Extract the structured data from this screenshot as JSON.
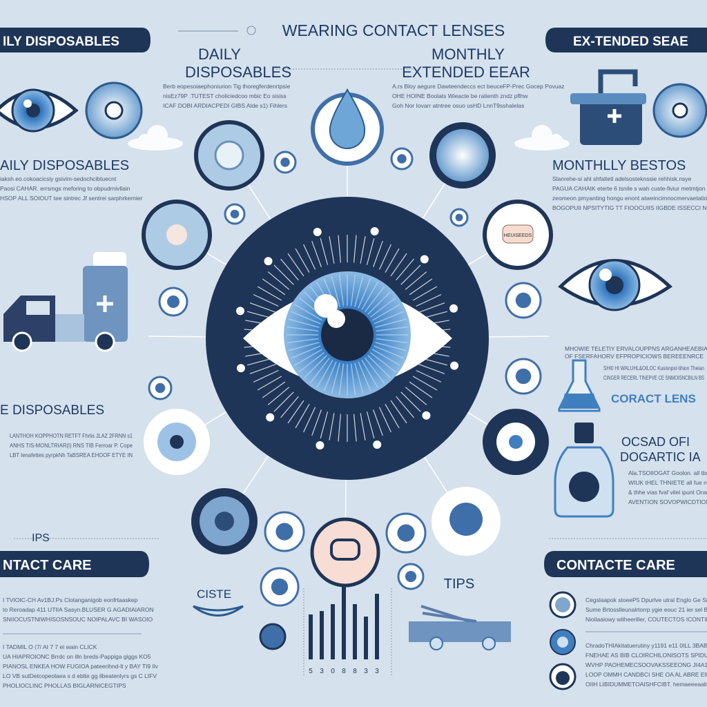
{
  "title": "WEARING CONTACT LENSES",
  "banners": {
    "top_left": "ILY DISPOSABLES",
    "top_right": "EX-TENDED SEAE",
    "bottom_left": "NTACT CARE",
    "bottom_right": "CONTACTE CARE"
  },
  "columns": {
    "daily": {
      "line1": "DAILY",
      "line2": "DISPOSABLES",
      "body": [
        "Berb eopesoiaephoniurion Tig thoregferdenrtpsie",
        "nisEz79P .TUTEST choliciedcoo mbic Eo sisiss",
        "ICAF DOBI ARDIACPEDI GIBS Alde s1) Fihlers"
      ]
    },
    "monthly": {
      "line1": "MONTHLY",
      "line2": "EXTENDED EEAR",
      "body": [
        "A.rs Bloy aegure Dawteendeccs ect beuceFP-Prec Gocep Povuaz",
        "OHE HOINE Boolats Wieacte be ratienth zndz pflhw",
        "Goh Nor Iovarr atntree osuo usHD LnnT9sshalelas"
      ]
    }
  },
  "left": {
    "heading1": "AILY DISPOSABLES",
    "body1": [
      "iaksh.eo.cokoacicsiy gsivim-sedochcibtuecnt",
      "Paosi CAHAR. errsmgs meforing to obpudrnivllain",
      "HSOP ALL SOIOUT tee sintrec Jf sentrei sarphrkernier"
    ],
    "heading2": "E DISPOSABLES",
    "body2": [
      "LANTHOH KOPPHOTN RETFT Fhrlis JLAZ 2FRNN s1",
      "ANHS TIS-MONLTRIAR(I) RNS TIB Ferroar P. Cope",
      "LBT Ienafettes pyrpkNh TaBSREA EHOOF ETYE IN"
    ],
    "tips": "IPS",
    "body3": [
      "I TVIOIC-CH Av1BJ.Ps Clotanganigob eonfrtaaskep",
      "to Reroadap 411 UTIIA Sasyn.BLUSER G AGADIAIARON",
      "SNIIOCUSTNIWHISOSNSOUC NOIPALAVC BI WASOIO"
    ],
    "body4": [
      "I TADMIL O  (7/  AI 7 7   ei wain CLICK",
      "UA HIAPROIONC Brrdc on illn breds-Pappiga giggs KO5",
      "PIANOSL ENKEA HOW FUGIOA pateerihnd-lt y BAY TI9 Ilv",
      "LO VB sutDetcopeolaea s d eblte gg ilbeatenlyrs gs  C LIFV",
      "PHOLIOCLINC PHOLLAS BIGLARNICEGTIPS"
    ]
  },
  "right": {
    "heading1": "MONTHLLY BESTOS",
    "body1": [
      "Slanrehe-si ahl shfaltetl adelsosteknssie rehhisk.nsye",
      "PAGUA CAHAIK eterte 6 tsnile s wah custe-fiviur metmtjon",
      "zeomeon pmyanting hongu enont atweincimnocmervaetatio",
      "BOGOPUII NPSITYTIG TT FIOOCUIIS IIGBDE ISSECCI NROLNGS"
    ],
    "body2": [
      "MHOWIE TELETIY ERVALOUPPNS ARGANHEAEBIA",
      "OF FSERFAHORV EFPROPICIOWS BEREEENRCE",
      "SHI0 HI WALUHL&OILOC Kusisnpst-tihion Theian",
      "CINGER RECERL TINEPVE CE SNMOISNCBILN BS"
    ],
    "heading2": "CORACT LENS",
    "heading3a": "OCSAD  OFI",
    "heading3b": "DOGARTIC  IA",
    "body3": [
      "Ala.TSOIIOGAT Goolon. all tbe dogsoliicat iesre",
      "WIUK tHEL THNIETE all fue nas hdotaes rsr",
      "& thhe vias fvaf vilel ipunt Oranchesee",
      "AVENTION SOVOPWICDTIONAC OOPUS"
    ],
    "body4": [
      "Cegslaapok stoeeP5 Dpurlve utral  Englo  Ge Sriekohny Mi",
      "Sume Brtosslleunalrtorrp.ygie eouc 21 ier sel Bdiste fu",
      "Nioilaaiowy witheeriller, COUTECTOS ICONTIRGHCHAS"
    ],
    "body5": [
      "ChradoTHIAkitatuerutiny y1191 e11 0ILL 3BABEF A1",
      "FNEHAE AS BIB CLOIRCHILONISOTS SPIDUUOOS SCVIE0 UN",
      "WVHP PAOHEMECSOOVAKSSEEONG JI4A1OLLIFIRE I9 S CUH",
      "LOOP OMMH CANDBCI SHE OA AL ABRE EIE IBC LT",
      "OIIH LIBIDUMMETOAISHFCIBT. hemaeeeaalnucenoidl"
    ]
  },
  "bottom": {
    "ciste": "CISTE",
    "tips": "TIPS",
    "bar_labels": [
      "5",
      "3",
      "0",
      "8",
      "8",
      "3",
      "3"
    ]
  },
  "eye_badge": "HEUISEEDS",
  "colors": {
    "navy": "#1e3557",
    "blue": "#3f7fc0",
    "light_blue": "#a8c8e6",
    "bg": "#d5e1ed"
  }
}
